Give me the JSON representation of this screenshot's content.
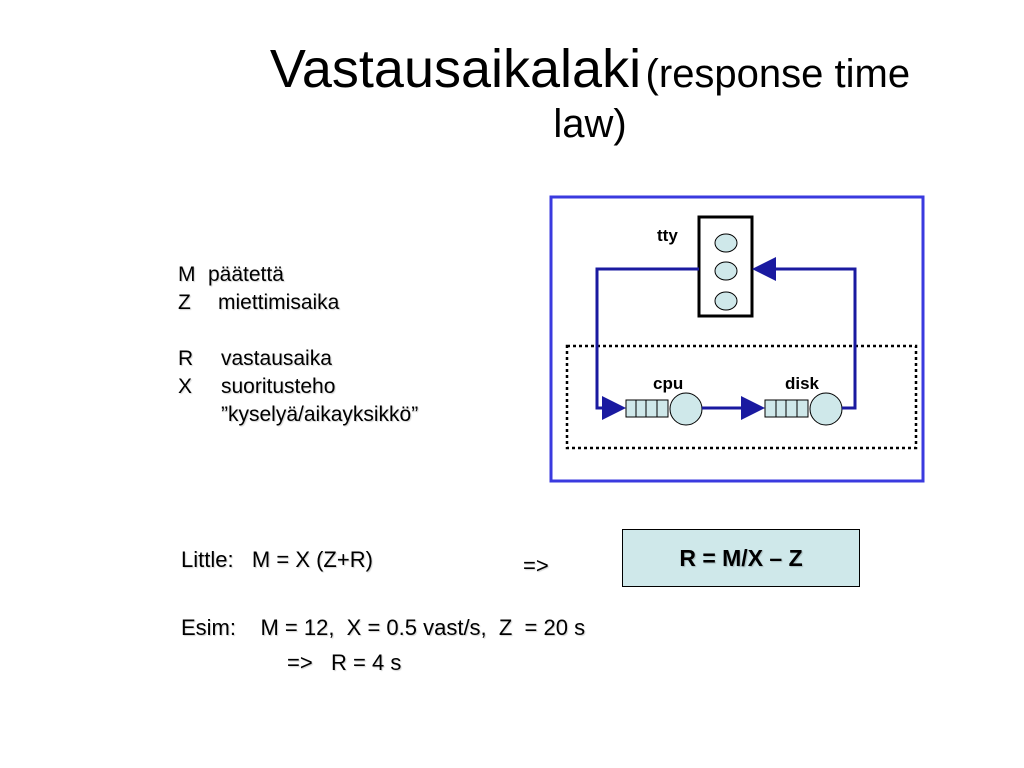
{
  "title": {
    "main": "Vastausaikalaki",
    "sub_line1": "(response time",
    "sub_line2": "law)"
  },
  "legend": {
    "items": [
      {
        "symbol": "M",
        "text": "päätettä"
      },
      {
        "symbol": "Z",
        "text": "miettimisaika"
      },
      {
        "symbol": "R",
        "text": "vastausaika"
      },
      {
        "symbol": "X",
        "text": "suoritusteho"
      }
    ],
    "note": "”kyselyä/aikayksikkö”"
  },
  "diagram": {
    "tty_label": "tty",
    "cpu_label": "cpu",
    "disk_label": "disk",
    "outer_border_color": "#3a3adf",
    "arrow_color": "#1a1aa0"
  },
  "formulas": {
    "little": "Little:   M = X (Z+R)",
    "implies": "=>",
    "result": "R = M/X – Z",
    "example_line1": "Esim:    M = 12,  X = 0.5 vast/s,  Z  = 20 s",
    "example_line2": "=>   R = 4 s"
  },
  "colors": {
    "result_box_fill": "#cfe8ea"
  }
}
